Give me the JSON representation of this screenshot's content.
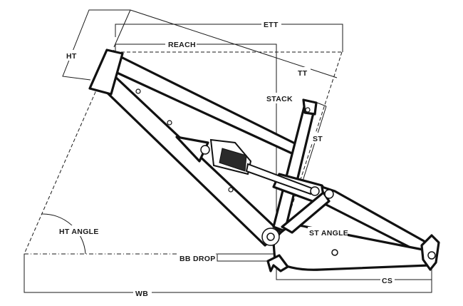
{
  "labels": {
    "ett": "ETT",
    "reach": "REACH",
    "ht": "HT",
    "tt": "TT",
    "stack": "STACK",
    "st": "ST",
    "ht_angle": "HT ANGLE",
    "st_angle": "ST ANGLE",
    "bb_drop": "BB DROP",
    "cs": "CS",
    "wb": "WB"
  }
}
